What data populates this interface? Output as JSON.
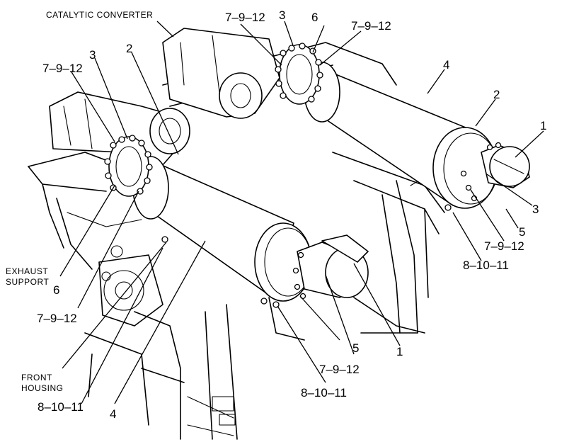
{
  "names": {
    "catalytic_converter": "CATALYTIC CONVERTER",
    "exhaust_support_1": "EXHAUST",
    "exhaust_support_2": "SUPPORT",
    "front_housing_1": "FRONT",
    "front_housing_2": "HOUSING"
  },
  "callouts": {
    "bolt_washer_nut": "7-9-12",
    "clamp_nut": "8-10-11",
    "gasket": "3",
    "flange_ring": "6",
    "band_clamp": "2",
    "muffler": "4",
    "elbow": "5",
    "rain_cap": "1"
  }
}
